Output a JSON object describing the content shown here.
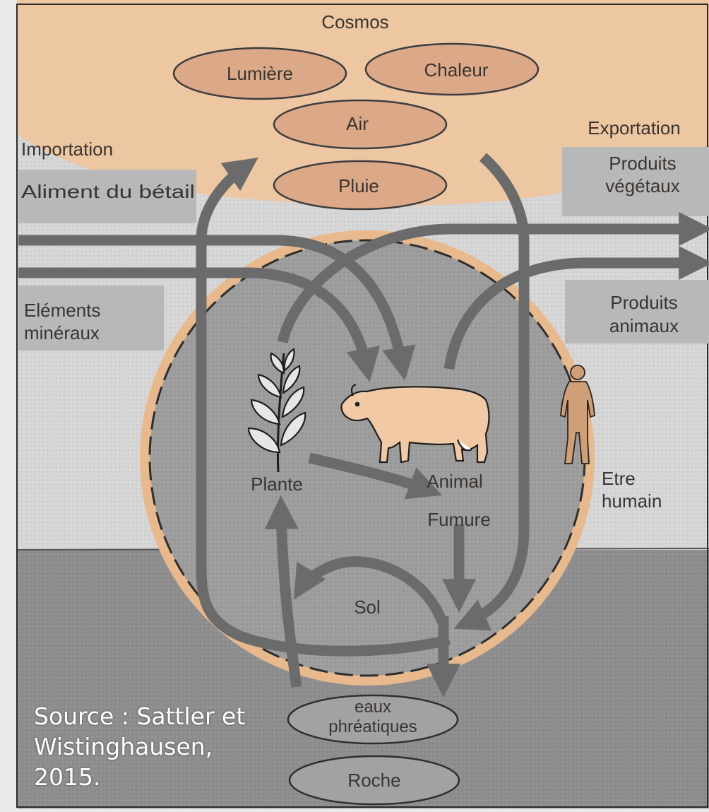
{
  "diagram": {
    "top": {
      "cosmos": "Cosmos",
      "light": "Lumière",
      "heat": "Chaleur",
      "air": "Air",
      "rain": "Pluie"
    },
    "imports": {
      "title": "Importation",
      "feed": "Aliment du bétail",
      "minerals_line1": "Eléments",
      "minerals_line2": "minéraux"
    },
    "exports": {
      "title": "Exportation",
      "plant_line1": "Produits",
      "plant_line2": "végétaux",
      "animal_line1": "Produits",
      "animal_line2": "animaux"
    },
    "farm": {
      "plant": "Plante",
      "animal": "Animal",
      "manure": "Fumure",
      "human_line1": "Etre",
      "human_line2": "humain",
      "soil": "Sol"
    },
    "ground": {
      "groundwater_line1": "eaux",
      "groundwater_line2": "phréatiques",
      "rock": "Roche"
    }
  },
  "caption": {
    "line1": "Source : Sattler et",
    "line2": "Wistinghausen,",
    "line3": "2015."
  },
  "colors": {
    "sky": "#ecc7a2",
    "middle_band": "#d9d9d9",
    "ground": "#8f8f8f",
    "farm_circle": "#9e9e9e",
    "farm_ring": "#e8b98c",
    "arrow": "#6b6b6b",
    "label_box": "#b9b9b9",
    "ellipse_fill": "#d9a886",
    "text": "#3a3530"
  }
}
